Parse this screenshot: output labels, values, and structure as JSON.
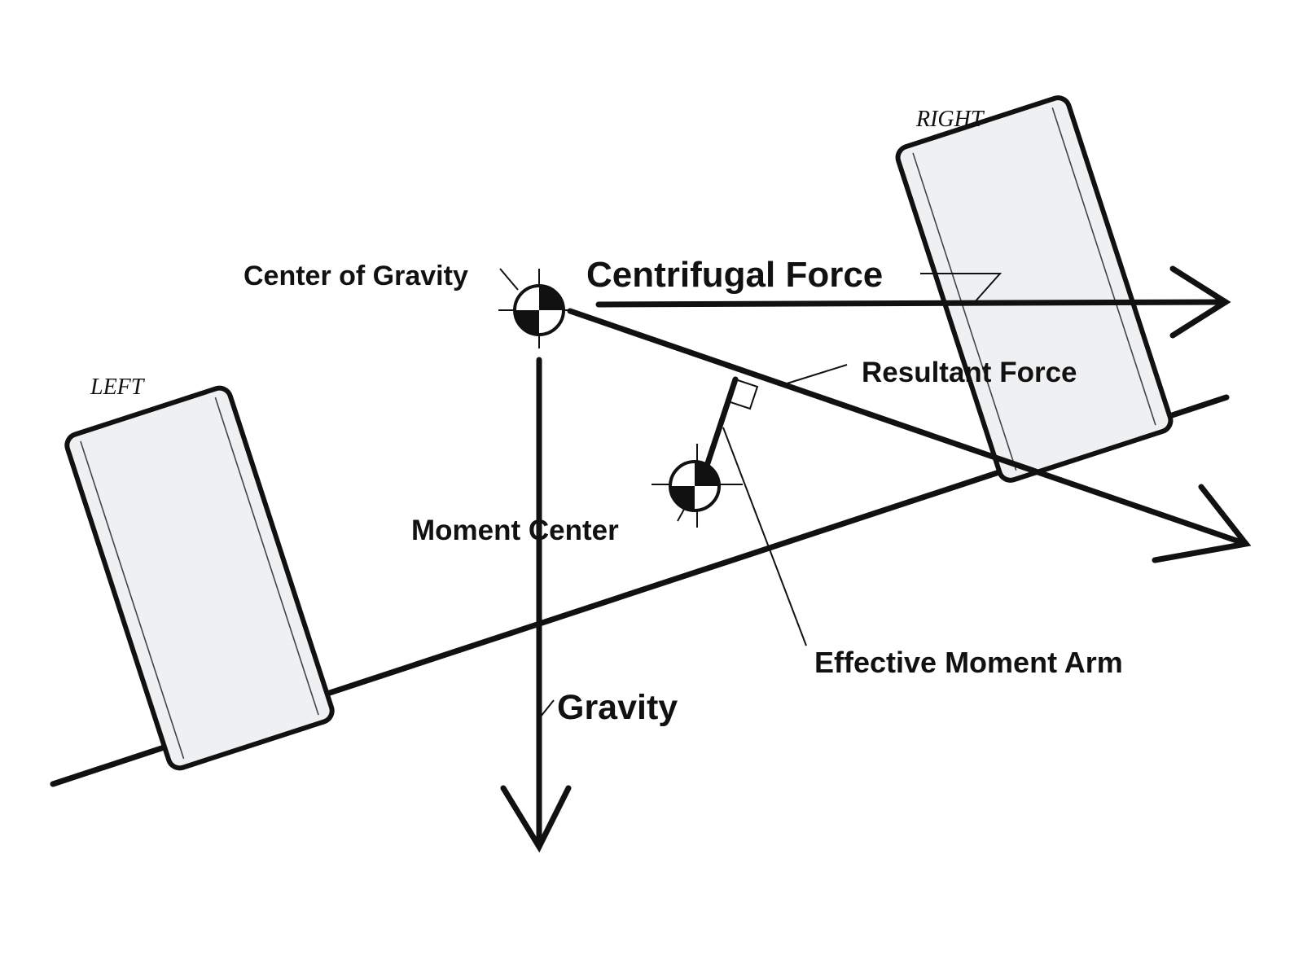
{
  "labels": {
    "left": "LEFT",
    "right": "RIGHT",
    "center_of_gravity": "Center of Gravity",
    "centrifugal_force": "Centrifugal Force",
    "resultant_force": "Resultant Force",
    "moment_center": "Moment Center",
    "effective_moment_arm": "Effective Moment Arm",
    "gravity": "Gravity"
  },
  "colors": {
    "ink": "#111111",
    "tire_fill": "#eef0f2",
    "background": "#ffffff"
  }
}
